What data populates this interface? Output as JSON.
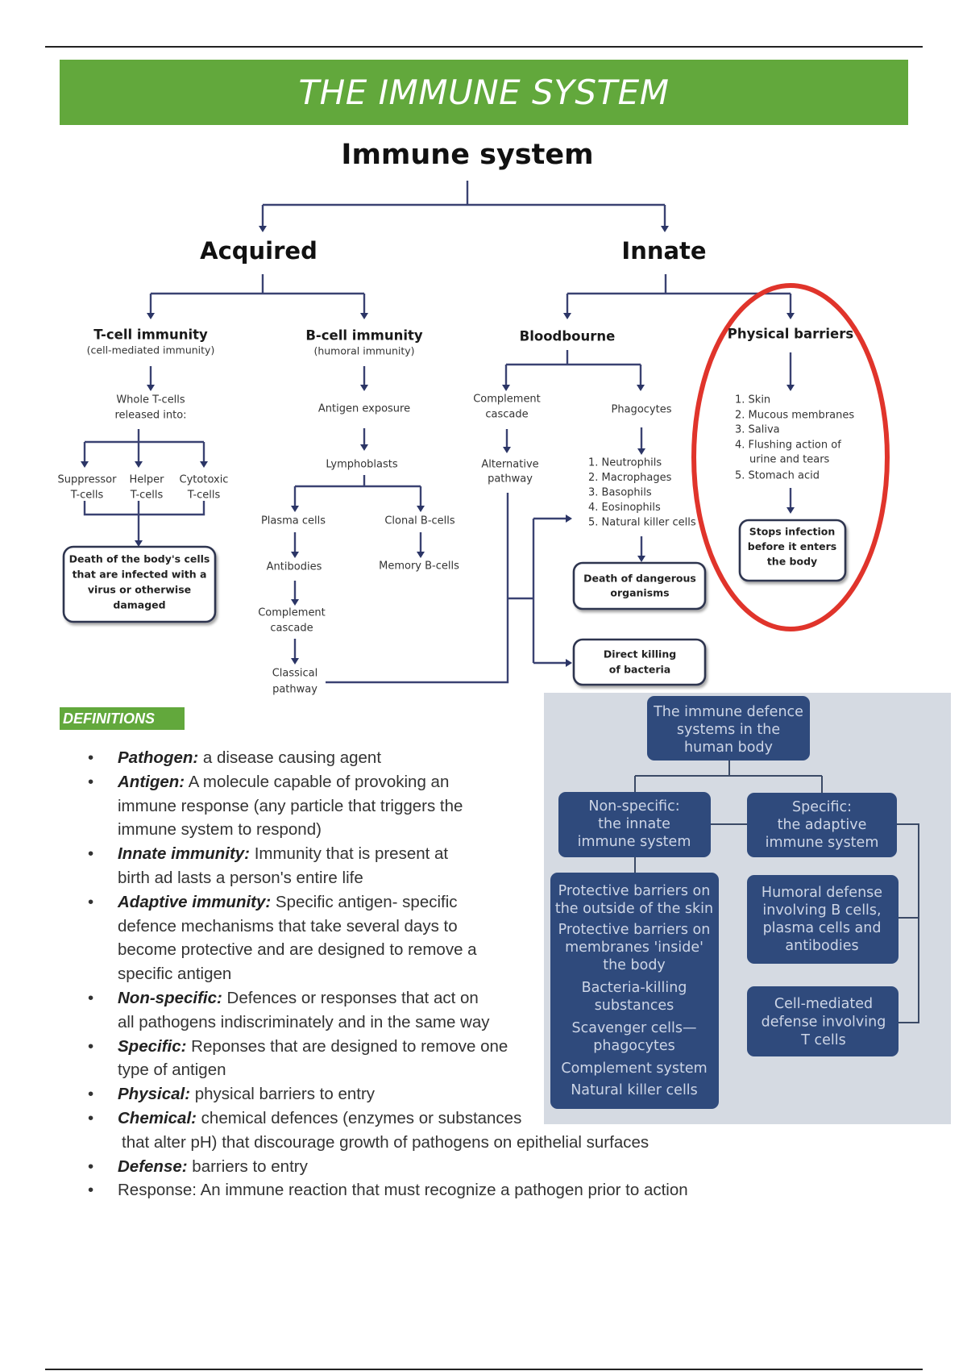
{
  "header": {
    "title": "THE IMMUNE SYSTEM"
  },
  "diagram": {
    "root": "Immune system",
    "acquired": "Acquired",
    "innate": "Innate",
    "tcell": {
      "title": "T-cell immunity",
      "subtitle": "(cell-mediated immunity)",
      "step": [
        "Whole T-cells",
        "released into:"
      ],
      "types": [
        [
          "Suppressor",
          "T-cells"
        ],
        [
          "Helper",
          "T-cells"
        ],
        [
          "Cytotoxic",
          "T-cells"
        ]
      ],
      "outcome": [
        "Death of the body's cells",
        "that are infected with a",
        "virus or otherwise",
        "damaged"
      ]
    },
    "bcell": {
      "title": "B-cell immunity",
      "subtitle": "(humoral immunity)",
      "exposure": "Antigen exposure",
      "lymphoblasts": "Lymphoblasts",
      "plasma": "Plasma cells",
      "clonal": "Clonal B-cells",
      "antibodies": "Antibodies",
      "memory": "Memory B-cells",
      "complement": [
        "Complement",
        "cascade"
      ],
      "classical": [
        "Classical",
        "pathway"
      ]
    },
    "bloodbourne": {
      "title": "Bloodbourne",
      "complement": [
        "Complement",
        "cascade"
      ],
      "alternative": [
        "Alternative",
        "pathway"
      ],
      "phagocytes": "Phagocytes",
      "list": [
        "1. Neutrophils",
        "2. Macrophages",
        "3. Basophils",
        "4. Eosinophils",
        "5. Natural killer cells"
      ],
      "outcome": [
        "Death of dangerous",
        "organisms"
      ],
      "direct": [
        "Direct killing",
        "of bacteria"
      ]
    },
    "physical": {
      "title": "Physical barriers",
      "list": [
        "1. Skin",
        "2. Mucous membranes",
        "3. Saliva",
        "4. Flushing action of",
        "urine and tears",
        "5. Stomach acid"
      ],
      "outcome": [
        "Stops infection",
        "before it enters",
        "the body"
      ]
    }
  },
  "photo": {
    "root": [
      "The immune defence",
      "systems in the",
      "human body"
    ],
    "nonspecific": [
      "Non-specific:",
      "the innate",
      "immune system"
    ],
    "specific": [
      "Specific:",
      "the adaptive",
      "immune system"
    ],
    "innate_list": [
      "Protective barriers on",
      "the outside of the skin",
      "Protective barriers on",
      "membranes 'inside'",
      "the body",
      "Bacteria-killing",
      "substances",
      "Scavenger cells—",
      "phagocytes",
      "Complement system",
      "Natural killer cells"
    ],
    "humoral": [
      "Humoral defense",
      "involving B cells,",
      "plasma cells and",
      "antibodies"
    ],
    "cellmediated": [
      "Cell-mediated",
      "defense involving",
      "T cells"
    ]
  },
  "definitions": {
    "heading": "DEFINITIONS",
    "items": [
      {
        "term": "Pathogen:",
        "lines": [
          " a disease causing agent"
        ]
      },
      {
        "term": "Antigen:",
        "lines": [
          " A molecule capable of provoking an",
          "immune response (any particle that triggers the",
          "immune system to respond)"
        ]
      },
      {
        "term": "Innate immunity:",
        "lines": [
          " Immunity that is present at",
          "birth ad lasts a person's entire life"
        ]
      },
      {
        "term": "Adaptive immunity:",
        "lines": [
          " Specific antigen- specific",
          "defence mechanisms that take several days to",
          "become protective and are designed to remove a",
          "specific antigen"
        ]
      },
      {
        "term": "Non-specific:",
        "lines": [
          " Defences or responses that act on",
          "all pathogens indiscriminately and in the same way"
        ]
      },
      {
        "term": "Specific:",
        "lines": [
          " Reponses that are designed to remove one",
          "type of antigen"
        ]
      },
      {
        "term": "Physical:",
        "lines": [
          " physical barriers to entry"
        ]
      },
      {
        "term": "Chemical:",
        "lines": [
          " chemical defences (enzymes or substances",
          "that alter pH) that discourage growth of pathogens on epithelial surfaces"
        ]
      },
      {
        "term": "Defense:",
        "lines": [
          " barriers to entry"
        ]
      },
      {
        "term": "",
        "lines": [
          "Response: An immune reaction that must recognize a pathogen prior to action"
        ]
      }
    ]
  },
  "colors": {
    "banner": "#62a83c",
    "highlight_circle": "#e0342b",
    "diagram_lines": "#3a4272",
    "photo_box": "#2f4a7c",
    "photo_background": "#d5dae2"
  }
}
